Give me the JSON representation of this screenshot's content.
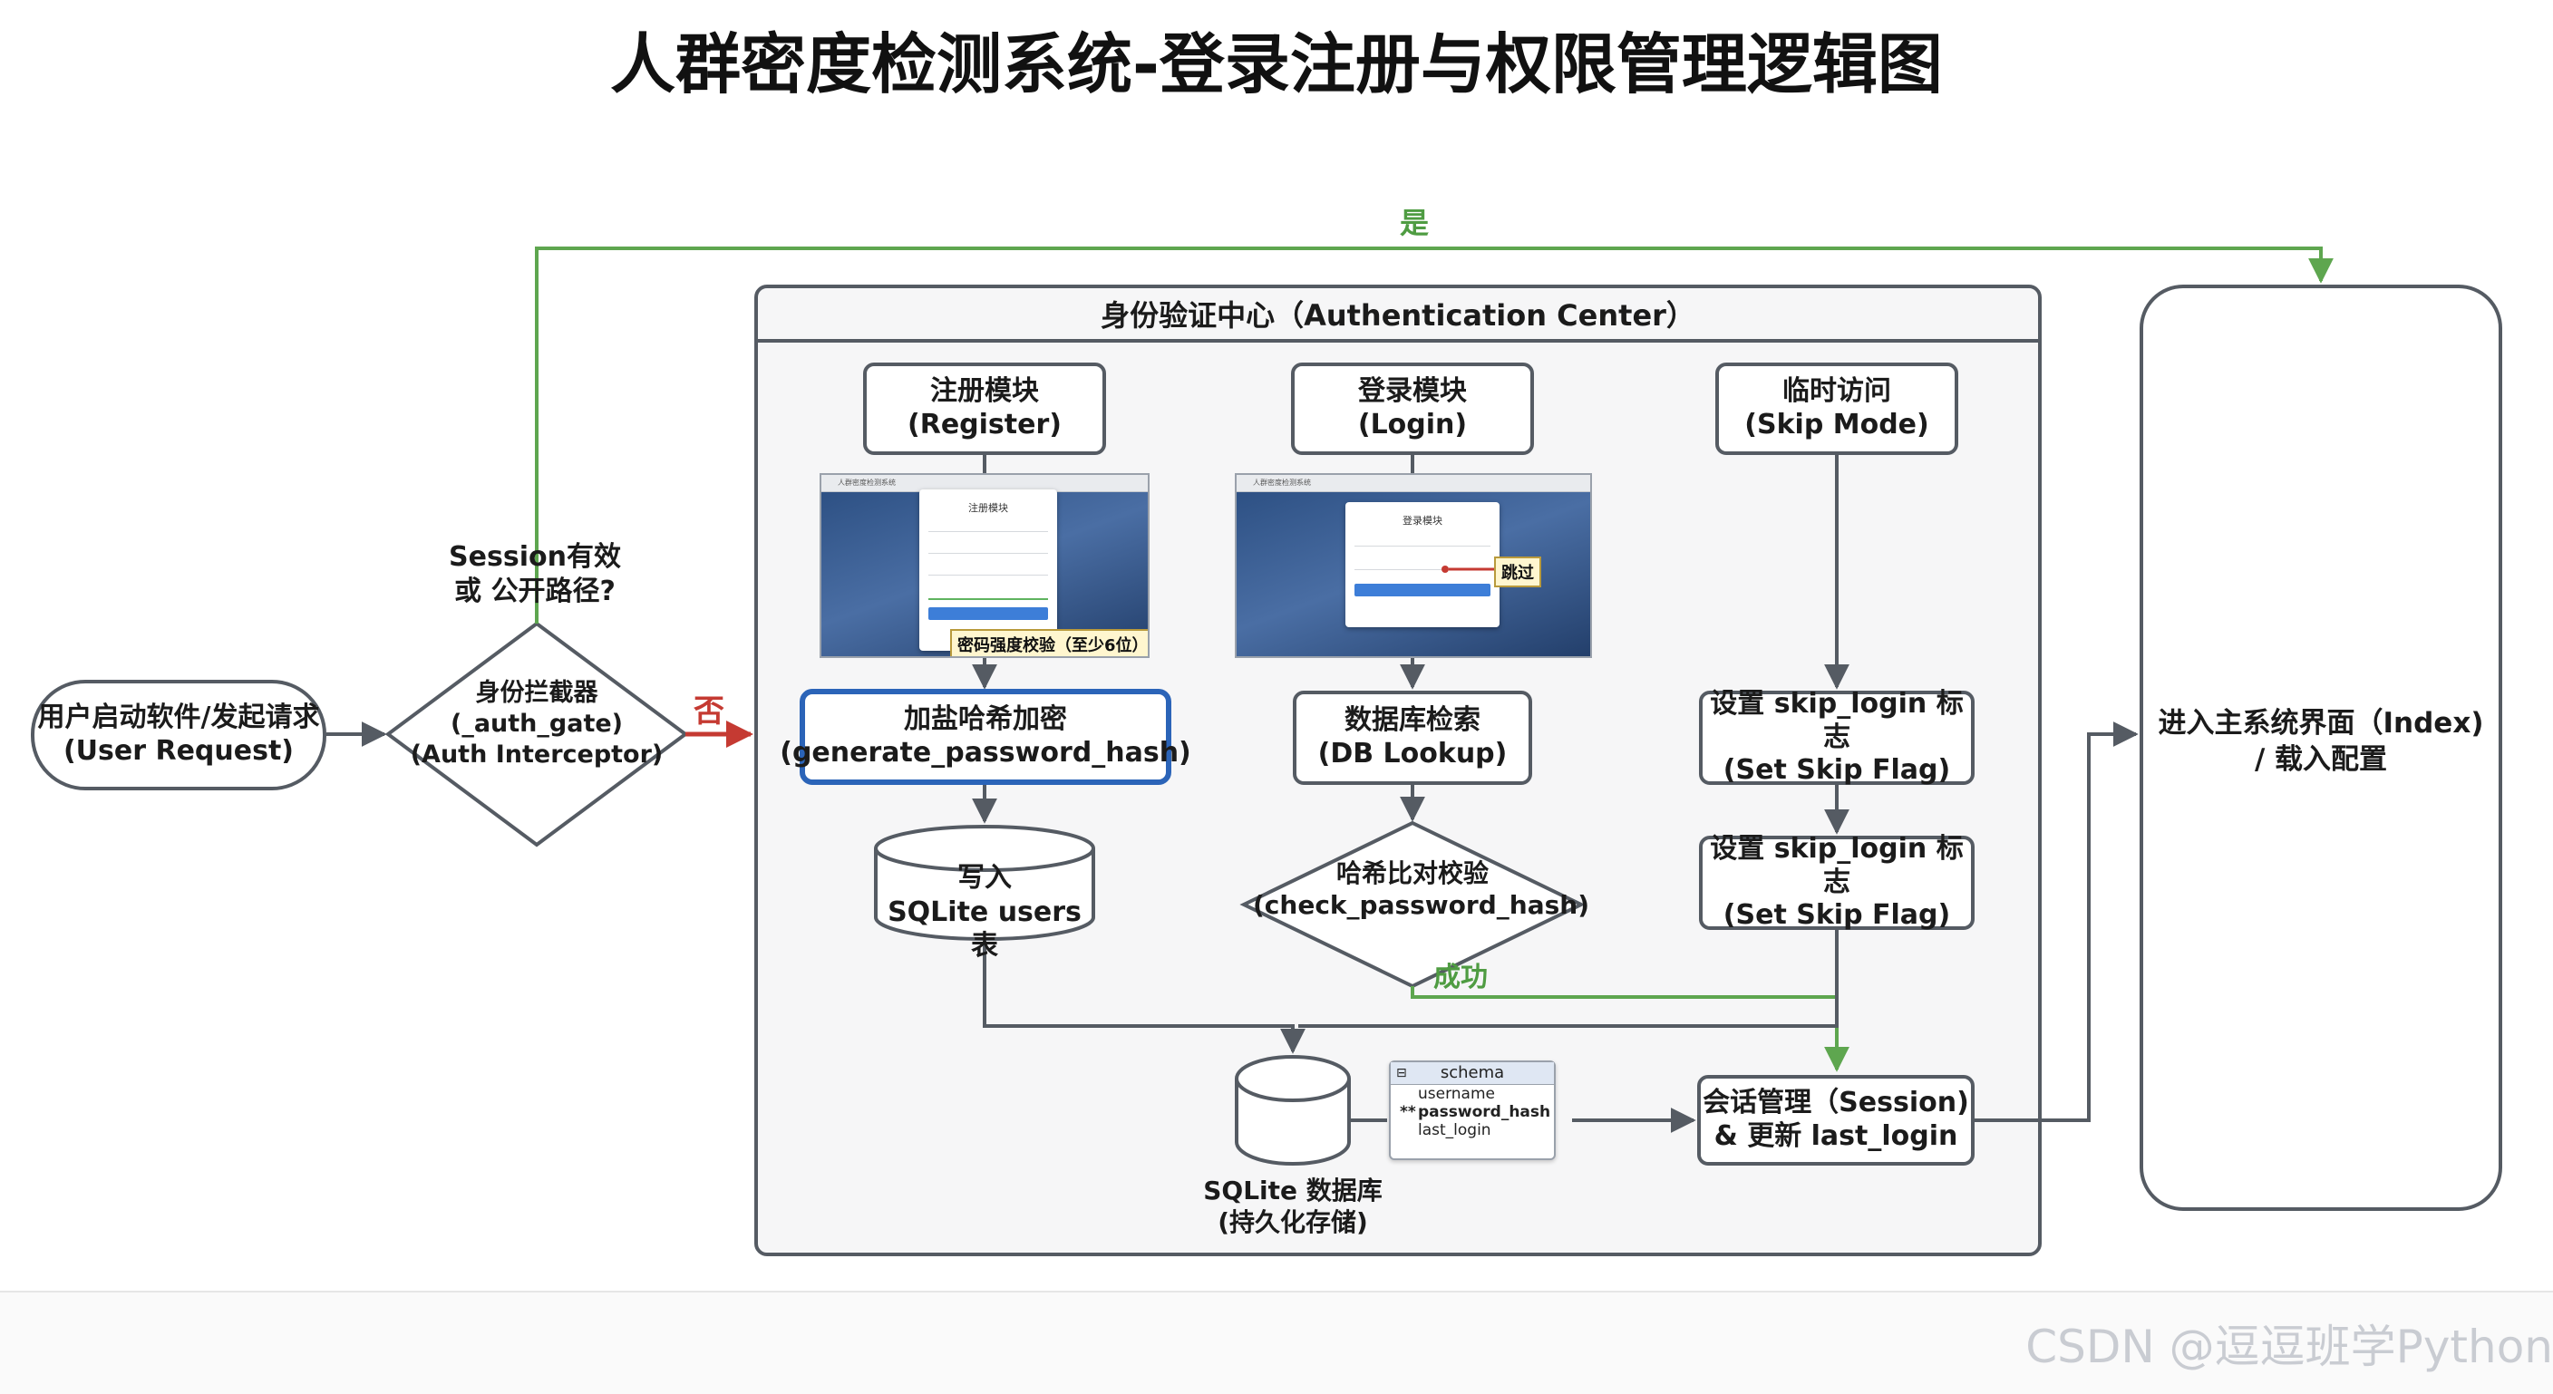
{
  "title": "人群密度检测系统-登录注册与权限管理逻辑图",
  "start": {
    "line1": "用户启动软件/发起请求",
    "line2": "(User Request)"
  },
  "gate": {
    "line1": "身份拦截器",
    "line2": "(_auth_gate)",
    "line3": "(Auth Interceptor)",
    "question_line1": "Session有效",
    "question_line2": "或 公开路径?"
  },
  "yes_label": "是",
  "no_label": "否",
  "auth_center": {
    "title": "身份验证中心（Authentication Center）"
  },
  "register": {
    "line1": "注册模块",
    "line2": "(Register)"
  },
  "login": {
    "line1": "登录模块",
    "line2": "(Login)"
  },
  "skip": {
    "line1": "临时访问",
    "line2": "(Skip Mode)"
  },
  "register_shot": {
    "window_title": "人群密度检测系统",
    "card_title": "注册模块",
    "callout": "密码强度校验（至少6位）"
  },
  "login_shot": {
    "window_title": "人群密度检测系统",
    "card_title": "登录模块",
    "callout": "跳过"
  },
  "hash": {
    "line1": "加盐哈希加密",
    "line2": "(generate_password_hash)"
  },
  "write_db": {
    "line1": "写入",
    "line2": "SQLite users 表"
  },
  "db_lookup": {
    "line1": "数据库检索",
    "line2": "(DB Lookup)"
  },
  "check_hash": {
    "line1": "哈希比对校验",
    "line2": "(check_password_hash)"
  },
  "success_label": "成功",
  "skip_flag_1": {
    "line1": "设置 skip_login 标志",
    "line2": "(Set Skip Flag)"
  },
  "skip_flag_2": {
    "line1": "设置 skip_login 标志",
    "line2": "(Set Skip Flag)"
  },
  "database": {
    "line1": "SQLite 数据库",
    "line2": "(持久化存储)"
  },
  "schema": {
    "title": "schema",
    "fields": [
      {
        "name": "username",
        "key": ""
      },
      {
        "name": "password_hash",
        "key": "**"
      },
      {
        "name": "last_login",
        "key": ""
      }
    ]
  },
  "session": {
    "line1": "会话管理（Session)",
    "line2": "& 更新 last_login"
  },
  "main_system": {
    "line1": "进入主系统界面（Index)",
    "line2": "/ 载入配置"
  },
  "watermark": "CSDN @逗逗班学Python",
  "colors": {
    "yes": "#5ea64f",
    "no": "#c53a32",
    "line": "#555b63",
    "success": "#5ea64f",
    "accent": "#2b64b8"
  }
}
